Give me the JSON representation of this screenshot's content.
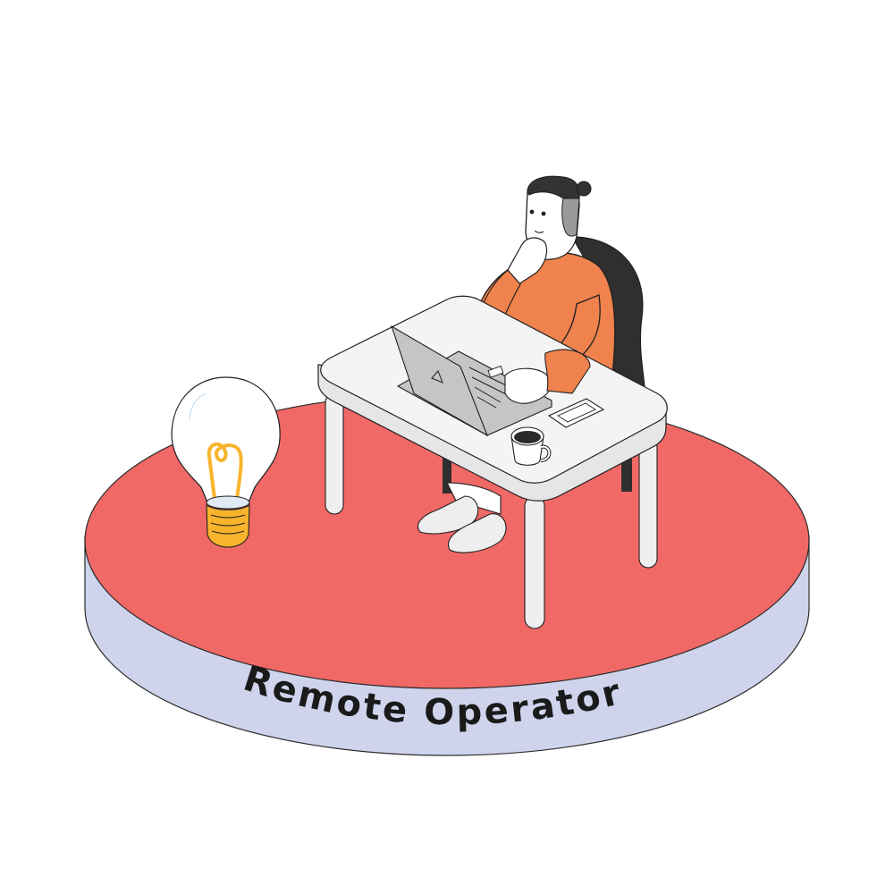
{
  "illustration": {
    "caption": "Remote Operator",
    "elements": [
      "platform",
      "light-bulb",
      "desk",
      "laptop",
      "person",
      "office-chair",
      "coffee-mug",
      "smartphone"
    ]
  },
  "colors": {
    "background": "#ffffff",
    "platform_top": "#f06966",
    "platform_side": "#cfd4ec",
    "desk": "#f4f4f4",
    "laptop": "#c4c5c7",
    "sweater": "#ef824d",
    "hair": "#333333",
    "chair": "#2f2f2f",
    "bulb_base": "#f7b42c",
    "outline": "#1f1f1f"
  }
}
